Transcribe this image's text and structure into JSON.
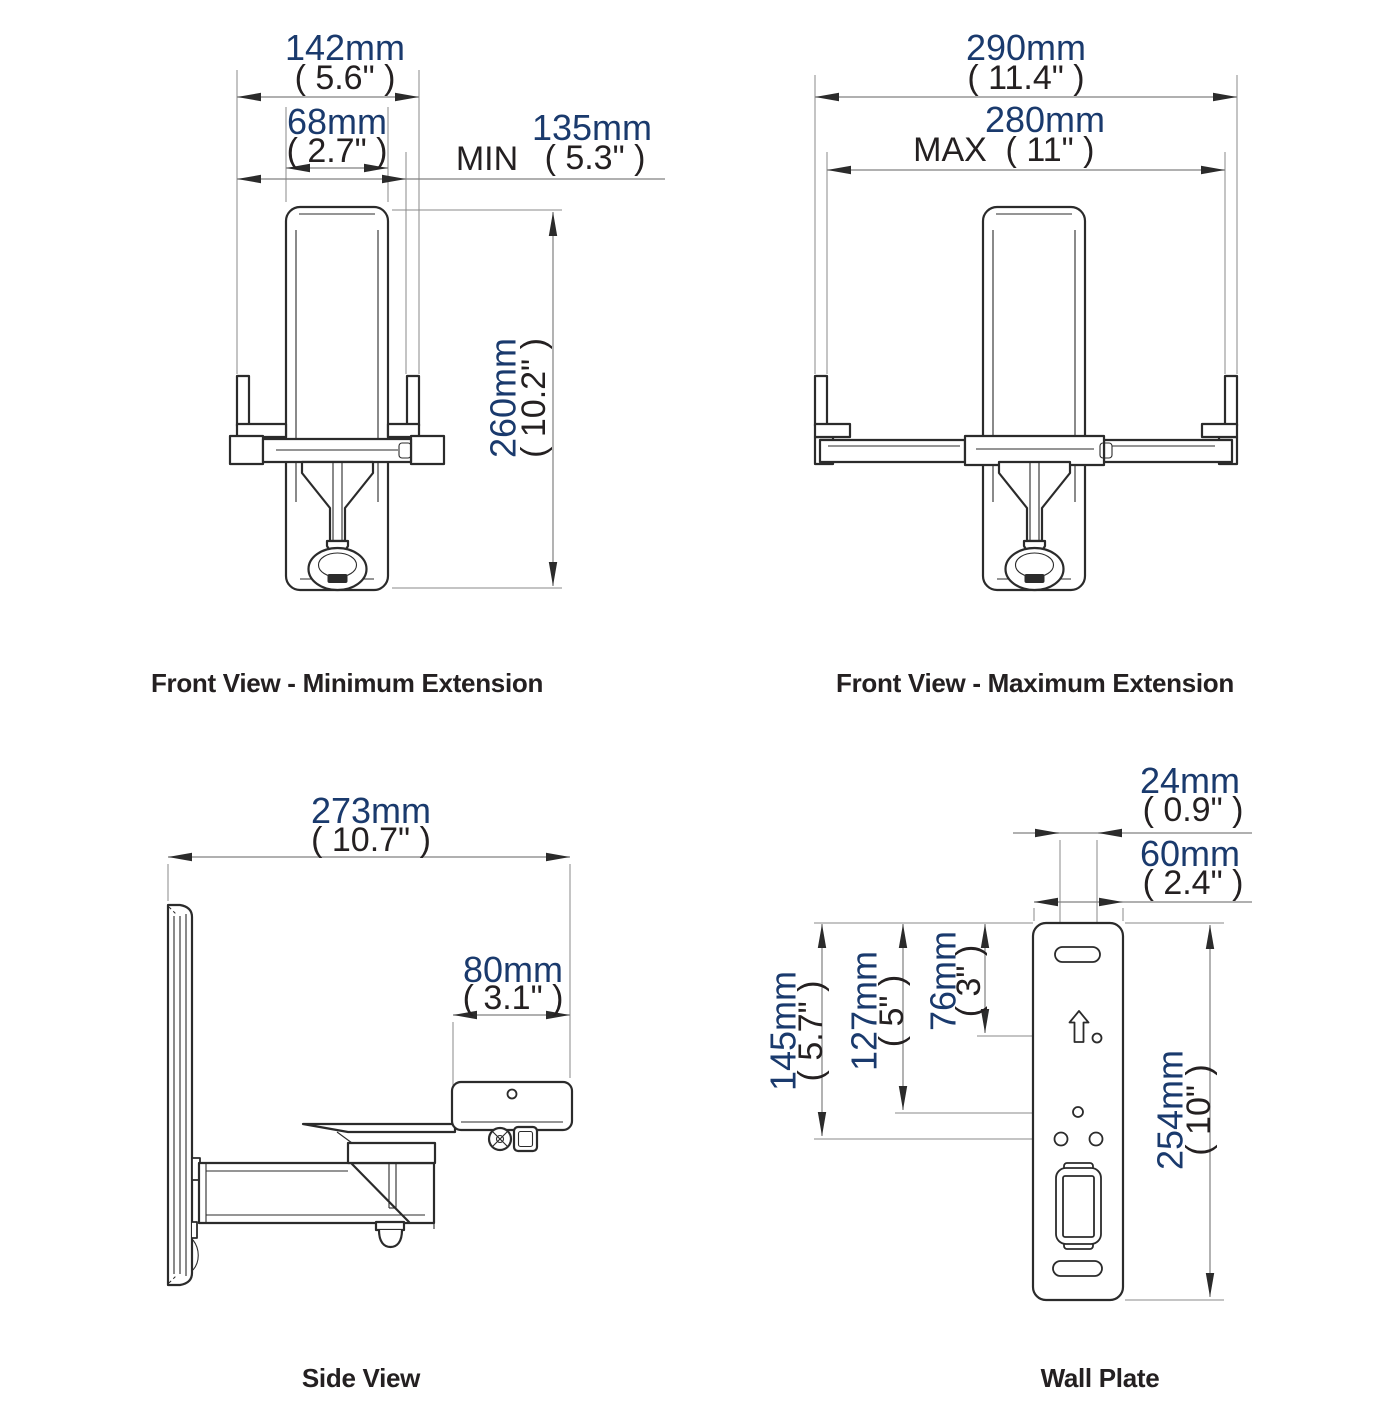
{
  "page": {
    "background": "#ffffff"
  },
  "colors": {
    "dimension_mm_text": "#1a3a6d",
    "dimension_inch_text": "#242021",
    "outline": "#2b2b2b",
    "dimension_line": "#808080"
  },
  "views": {
    "front_min": {
      "caption": "Front View - Minimum Extension",
      "overall_width_mm": "142mm",
      "overall_width_in": "( 5.6\" )",
      "speaker_width_mm": "68mm",
      "speaker_width_in": "( 2.7\" )",
      "min_label": "MIN",
      "min_extension_mm": "135mm",
      "min_extension_in": "( 5.3\" )",
      "height_mm": "260mm",
      "height_in": "( 10.2\" )"
    },
    "front_max": {
      "caption": "Front View - Maximum Extension",
      "overall_width_mm": "290mm",
      "overall_width_in": "( 11.4\" )",
      "max_label": "MAX",
      "max_extension_mm": "280mm",
      "max_extension_in": "( 11\" )"
    },
    "side": {
      "caption": "Side View",
      "depth_mm": "273mm",
      "depth_in": "( 10.7\" )",
      "bracket_depth_mm": "80mm",
      "bracket_depth_in": "( 3.1\" )"
    },
    "wall_plate": {
      "caption": "Wall Plate",
      "slot_width_mm": "24mm",
      "slot_width_in": "( 0.9\" )",
      "plate_width_mm": "60mm",
      "plate_width_in": "( 2.4\" )",
      "hole_span_a_mm": "145mm",
      "hole_span_a_in": "( 5.7\" )",
      "hole_span_b_mm": "127mm",
      "hole_span_b_in": "( 5\" )",
      "hole_span_c_mm": "76mm",
      "hole_span_c_in": "( 3\" )",
      "plate_height_mm": "254mm",
      "plate_height_in": "( 10\" )"
    }
  }
}
